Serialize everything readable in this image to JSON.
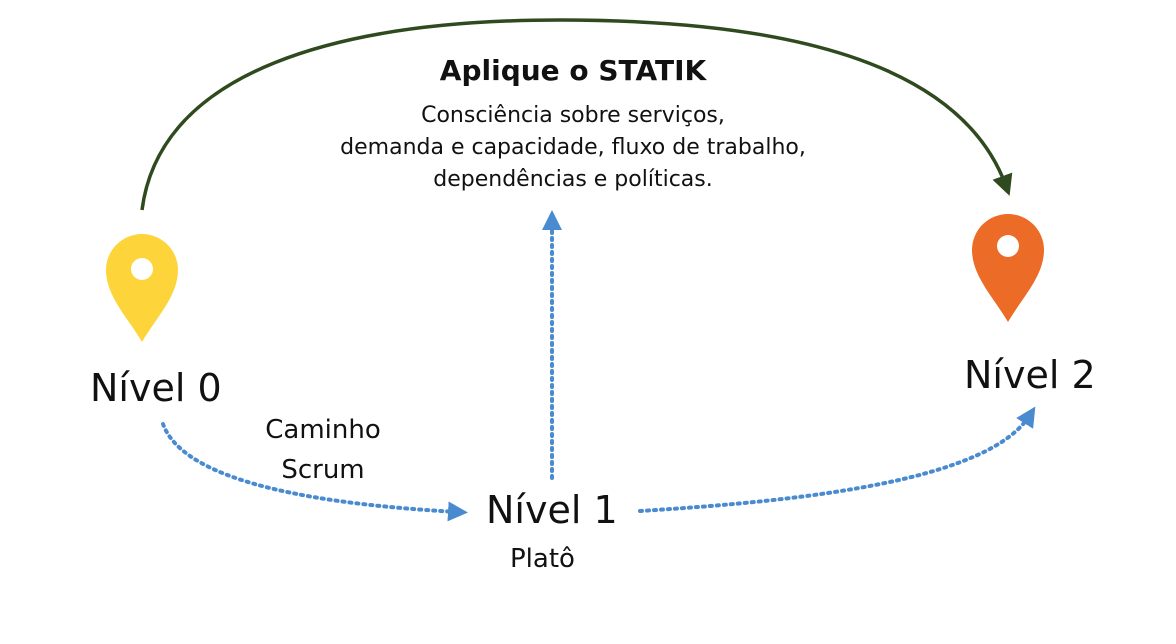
{
  "header": {
    "title": "Aplique o STATIK",
    "description": [
      "Consciência sobre serviços,",
      "demanda e capacidade, fluxo de trabalho,",
      "dependências e políticas."
    ]
  },
  "levels": [
    {
      "label": "Nível 0",
      "pin_color": "#FDD43A"
    },
    {
      "label": "Nível 1",
      "sublabel": "Platô"
    },
    {
      "label": "Nível 2",
      "pin_color": "#EC6B26"
    }
  ],
  "paths": {
    "scrum_label": [
      "Caminho",
      "Scrum"
    ],
    "arc_color": "#2F4A1E",
    "dotted_color": "#4A8BD0"
  },
  "icons": [
    "map-pin-icon",
    "map-pin-icon"
  ]
}
